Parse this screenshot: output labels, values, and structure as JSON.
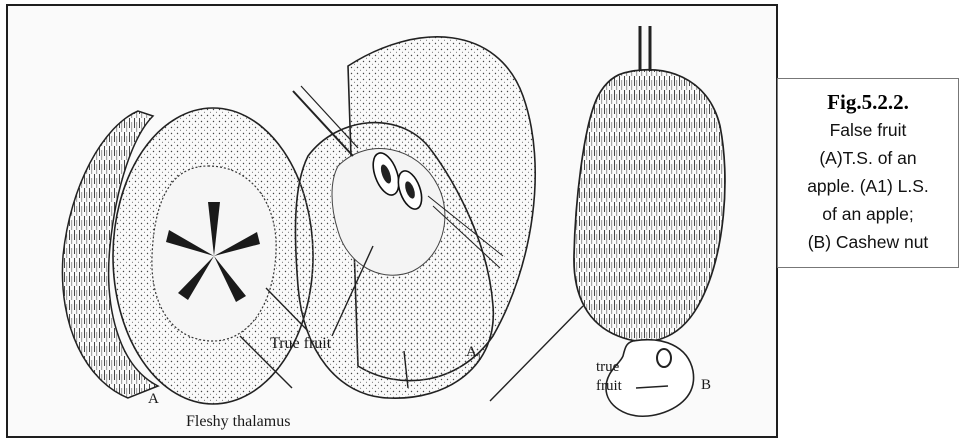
{
  "figure": {
    "labels": {
      "a": "A",
      "a1": "A",
      "a1_sub": "1",
      "b": "B",
      "true_fruit": "True fruit",
      "true_fruit_small_1": "true",
      "true_fruit_small_2": "fruit",
      "fleshy_thalamus": "Fleshy thalamus"
    }
  },
  "caption": {
    "title": "Fig.5.2.2.",
    "lines": [
      "False fruit",
      "(A)T.S. of an",
      "apple. (A1) L.S.",
      "of an apple;",
      "(B) Cashew nut"
    ]
  }
}
